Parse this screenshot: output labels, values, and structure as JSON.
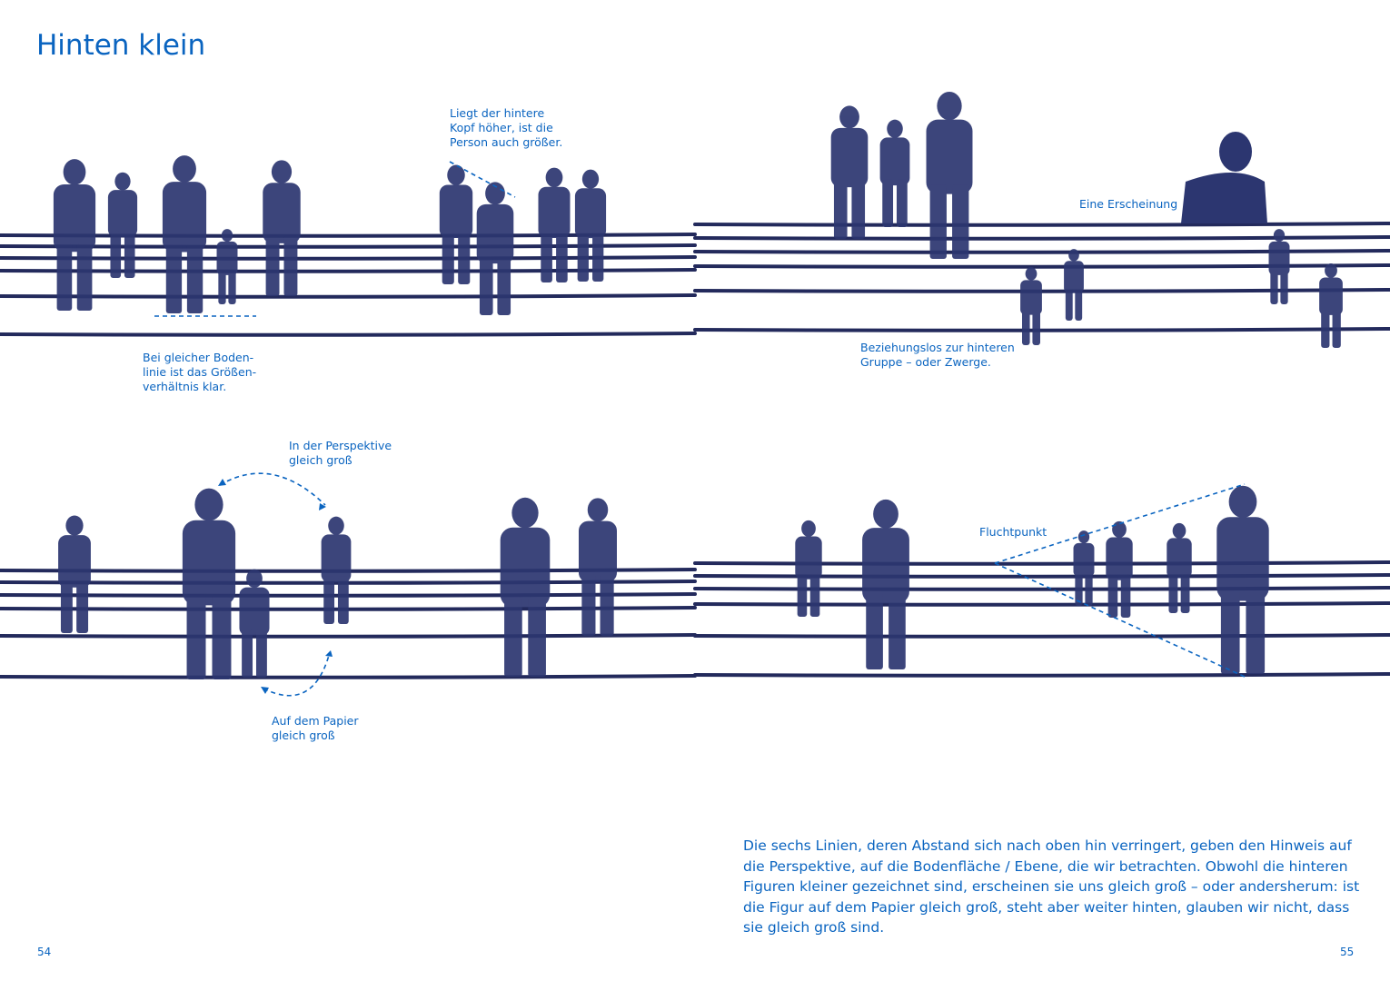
{
  "page": {
    "title": "Hinten klein",
    "captions": {
      "same_ground": "Bei gleicher Boden-\nlinie ist das Größen-\nverhältnis klar.",
      "head_higher": "Liegt der hintere\nKopf höher, ist die\nPerson auch größer.",
      "apparition": "Eine Erscheinung",
      "unrelated": "Beziehungslos zur hinteren\nGruppe – oder Zwerge.",
      "perspective_same": "In der Perspektive\ngleich groß",
      "paper_same": "Auf dem Papier\ngleich groß",
      "vanishing_point": "Fluchtpunkt"
    },
    "body_text": "Die sechs Linien, deren Abstand sich nach oben hin verringert, geben den Hinweis auf die Perspektive, auf die Bodenfläche / Ebene, die wir betrachten. Obwohl die hinteren Figuren kleiner gezeichnet sind, erscheinen sie uns gleich groß – oder andersherum: ist die Figur auf dem Papier gleich groß, steht aber weiter hinten, glauben wir nicht, dass sie gleich groß sind.",
    "page_left": "54",
    "page_right": "55"
  },
  "colors": {
    "text": "#0a64c0",
    "ink": "#232a5c",
    "figure": "#2c3670"
  }
}
